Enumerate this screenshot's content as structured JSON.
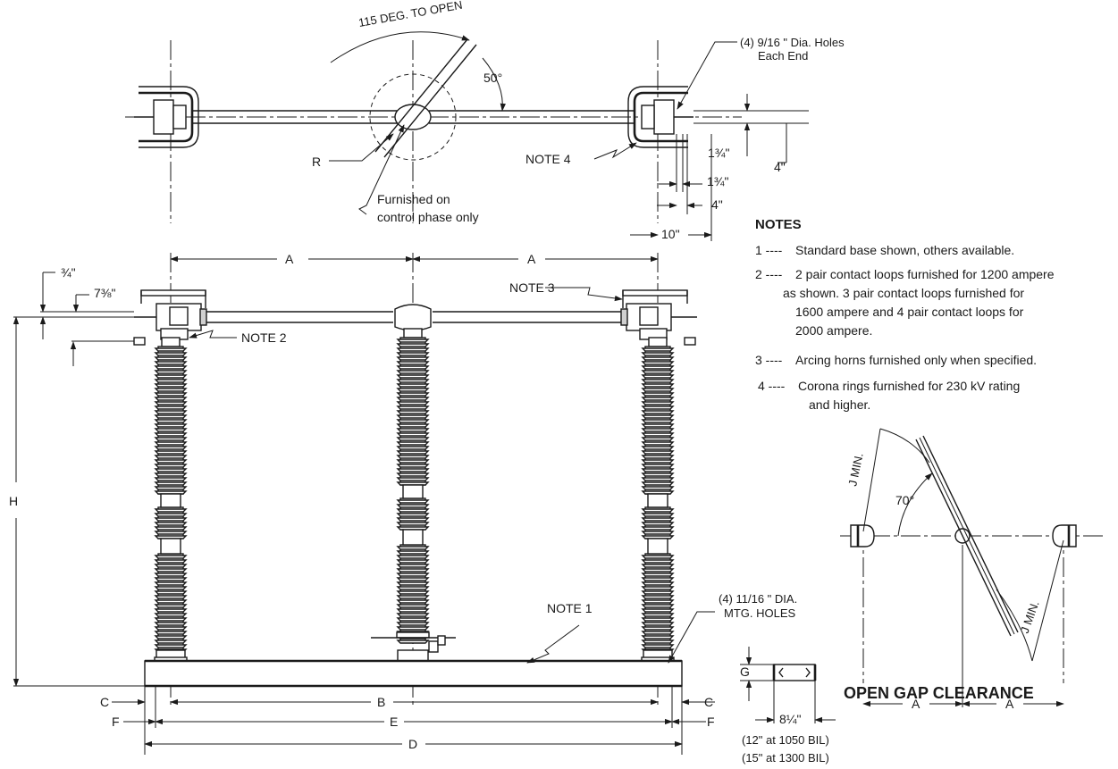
{
  "top_view": {
    "angle_label": "115 DEG. TO OPEN",
    "angle_50": "50°",
    "holes_label_line1": "(4) 9/16 \" Dia. Holes",
    "holes_label_line2": "Each End",
    "r_label": "R",
    "note4_label": "NOTE 4",
    "furnished_line1": "Furnished on",
    "furnished_line2": "control phase only",
    "dim_1_3_4_upper": "1¾\"",
    "dim_4_upper": "4\"",
    "dim_1_3_4_lower": "1¾\"",
    "dim_4_lower": "4\"",
    "dim_10": "10\""
  },
  "front_view": {
    "dim_a_left": "A",
    "dim_a_right": "A",
    "dim_3_4": "¾\"",
    "dim_7_3_8": "7⅜\"",
    "note2_label": "NOTE 2",
    "note3_label": "NOTE 3",
    "dim_h": "H",
    "note1_label": "NOTE 1",
    "mtg_holes_line1": "(4) 11/16 \" DIA.",
    "mtg_holes_line2": "MTG. HOLES",
    "dim_c_left": "C",
    "dim_c_right": "C",
    "dim_b": "B",
    "dim_f_left": "F",
    "dim_f_right": "F",
    "dim_e": "E",
    "dim_d": "D"
  },
  "base_detail": {
    "dim_g": "G",
    "dim_8_1_4": "8¼\"",
    "bil_1050": "(12\" at 1050 BIL)",
    "bil_1300": "(15\" at 1300 BIL)"
  },
  "notes": {
    "title": "NOTES",
    "items": [
      {
        "num": "1 ----",
        "lines": [
          "Standard base shown, others available."
        ]
      },
      {
        "num": "2 ----",
        "lines": [
          "2 pair contact loops furnished for 1200 ampere",
          "as shown. 3 pair contact loops furnished for",
          "1600 ampere and 4 pair contact loops for",
          "2000 ampere."
        ]
      },
      {
        "num": "3 ----",
        "lines": [
          "Arcing horns furnished only when specified."
        ]
      },
      {
        "num": "4 ----",
        "lines": [
          "Corona rings furnished for 230 kV rating",
          "and higher."
        ]
      }
    ]
  },
  "open_gap": {
    "heading": "OPEN GAP CLEARANCE",
    "angle_70": "70°",
    "j_min_upper": "J MIN.",
    "j_min_lower": "J MIN.",
    "dim_a_left": "A",
    "dim_a_right": "A"
  }
}
